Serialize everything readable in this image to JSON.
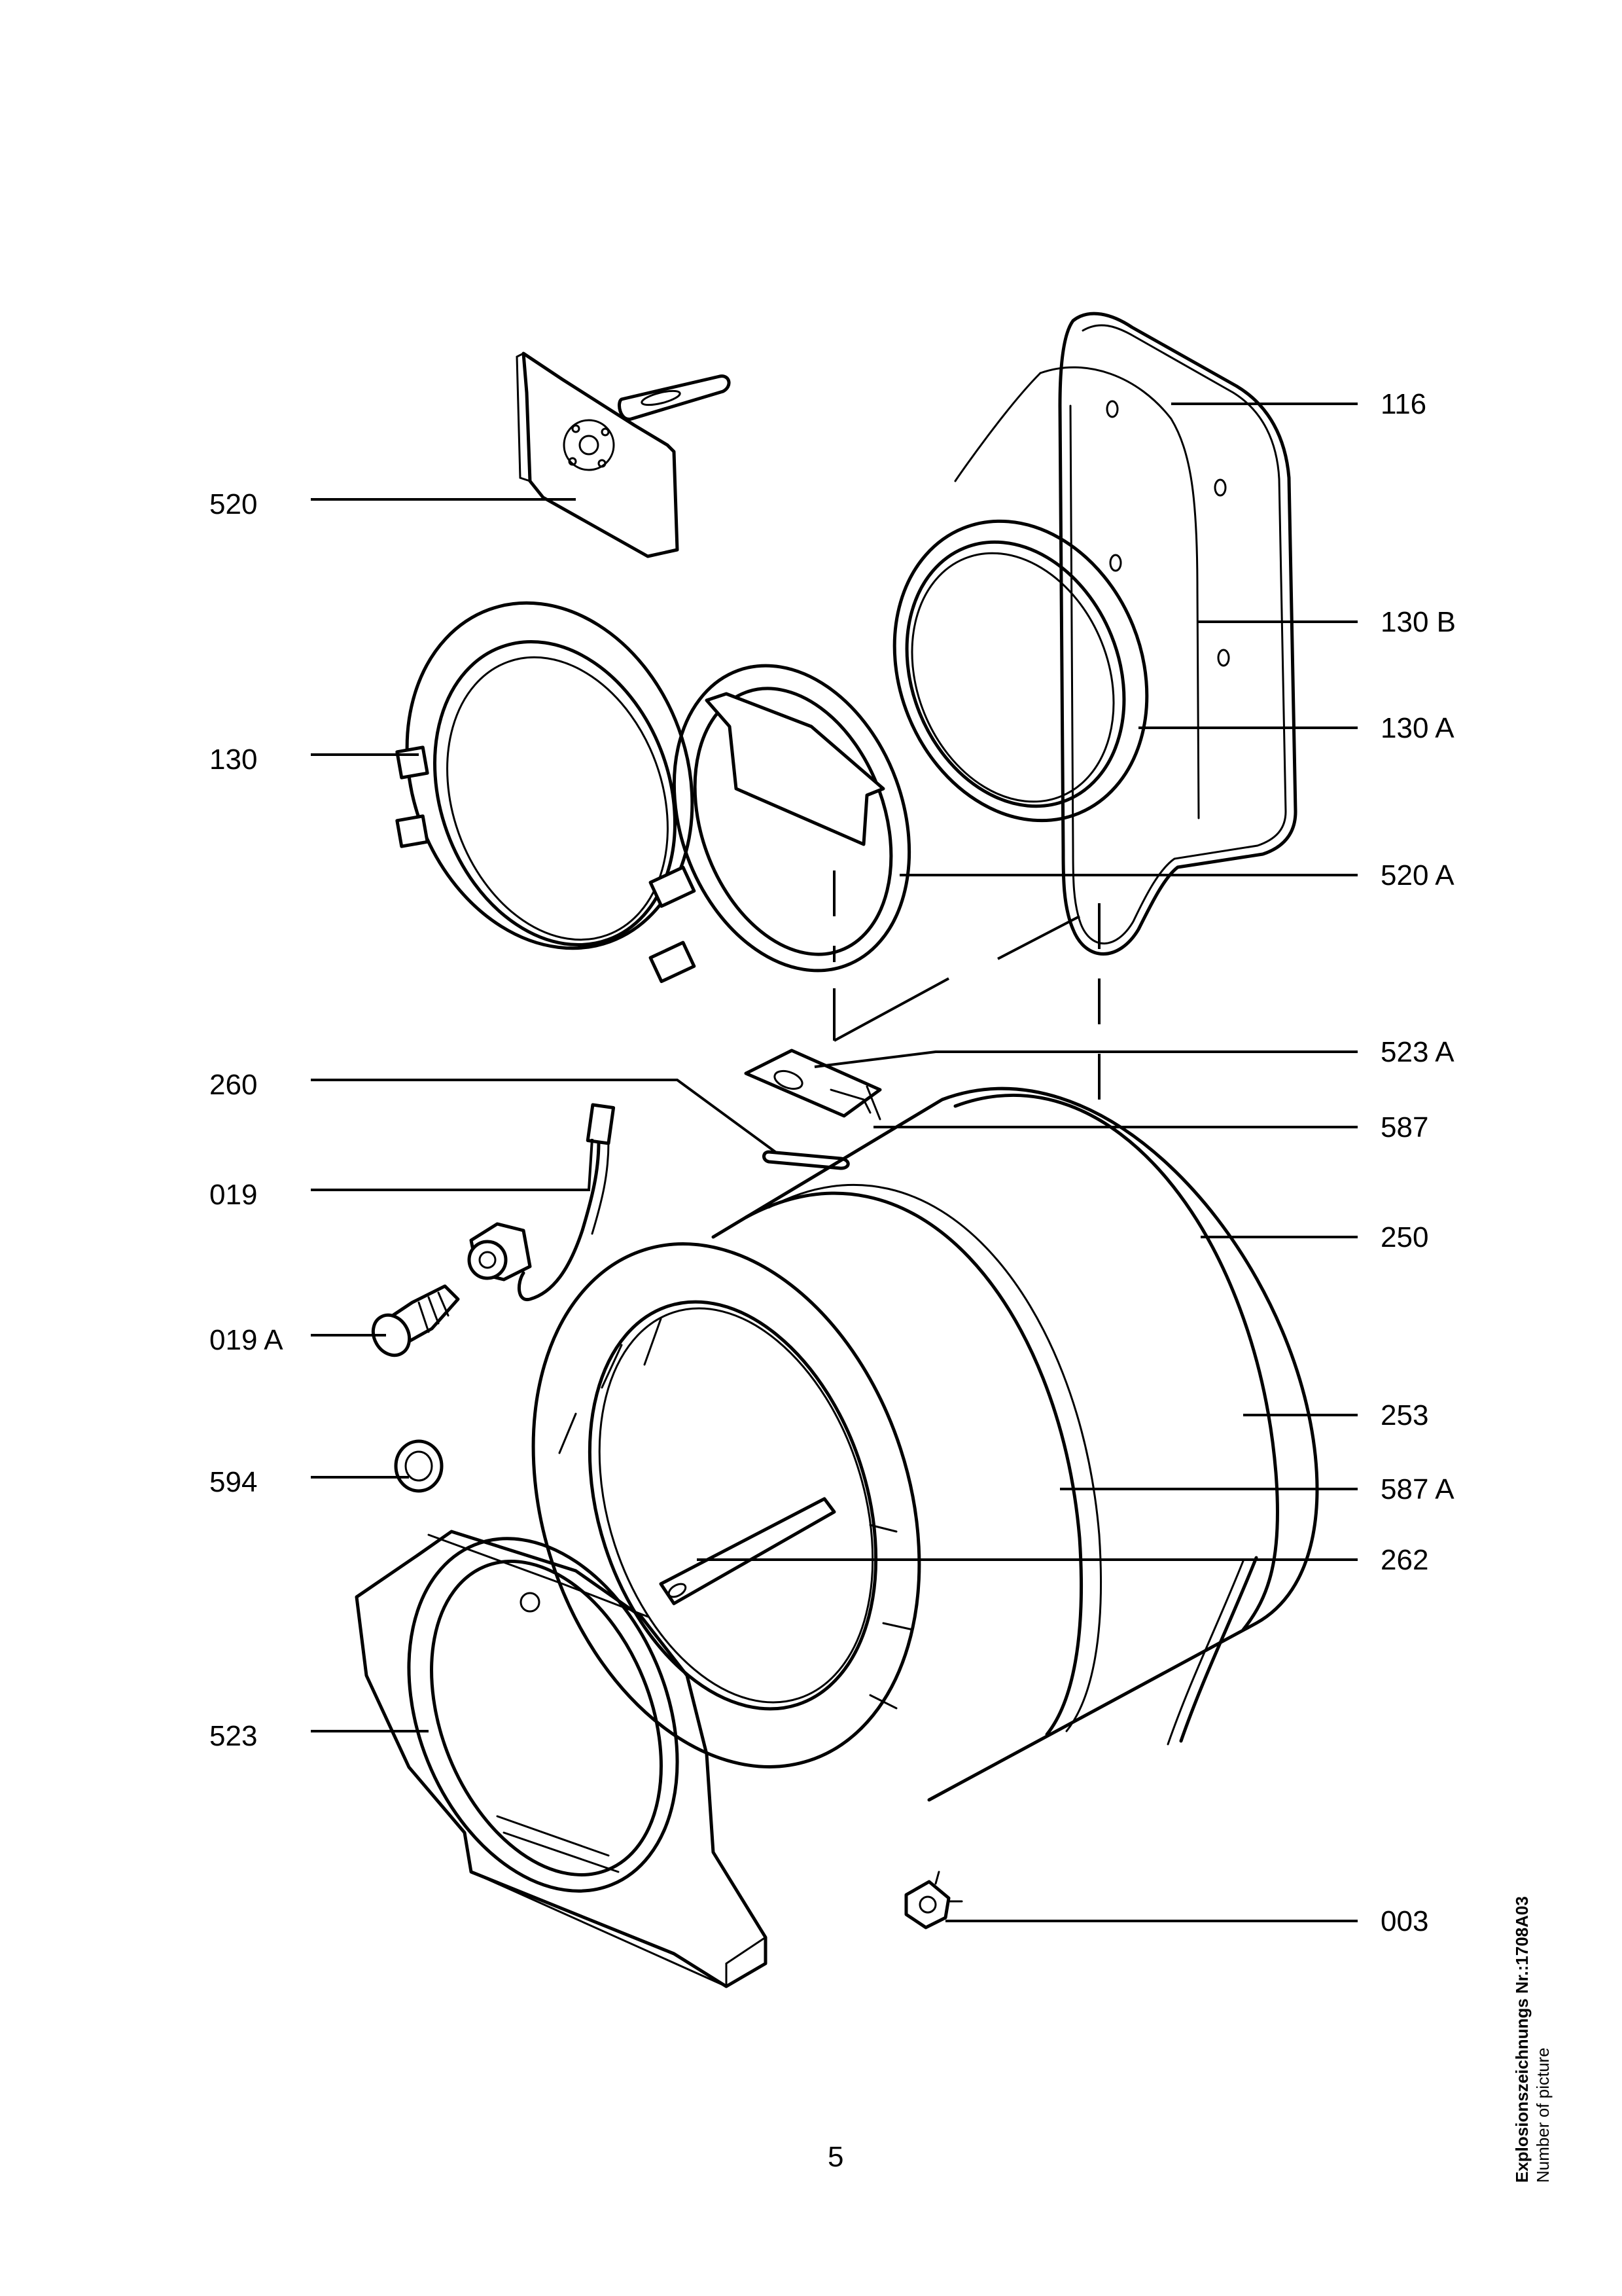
{
  "callouts_left": [
    "520",
    "130",
    "260",
    "019",
    "019 A",
    "594",
    "523"
  ],
  "callouts_right": [
    "116",
    "130 B",
    "130 A",
    "520 A",
    "523 A",
    "587",
    "250",
    "253",
    "587 A",
    "262",
    "003"
  ],
  "page_number": "5",
  "side_note": {
    "title": "Explosionszeichnungs Nr.:1708A03",
    "subtitle": "Number of picture"
  }
}
